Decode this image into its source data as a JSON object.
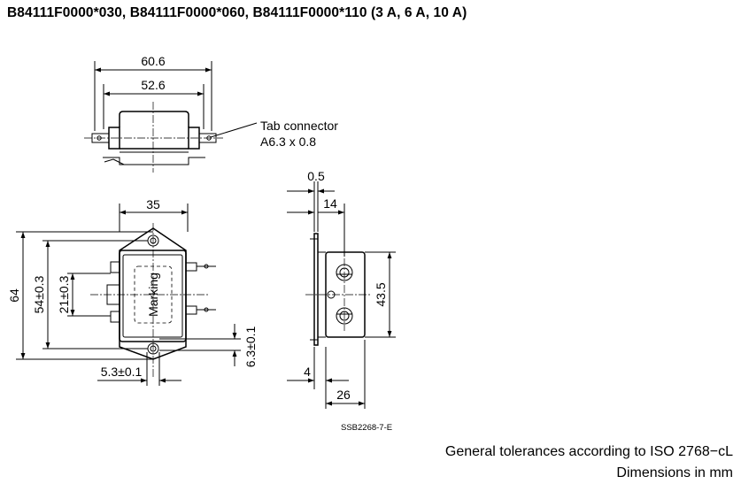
{
  "title": "B84111F0000*030, B84111F0000*060, B84111F0000*110 (3 A, 6 A, 10 A)",
  "top_view": {
    "dim_outer": "60.6",
    "dim_inner": "52.6",
    "callout_line1": "Tab connector",
    "callout_line2": "A6.3 x 0.8"
  },
  "front_view": {
    "dim_top": "35",
    "dim_height_total": "64",
    "dim_height_54": "54±0.3",
    "dim_height_21": "21±0.3",
    "label_marking": "Marking",
    "dim_hole": "6.3±0.1",
    "dim_offset": "5.3±0.1"
  },
  "side_view": {
    "dim_05": "0.5",
    "dim_14": "14",
    "dim_435": "43.5",
    "dim_4": "4",
    "dim_26": "26"
  },
  "drawing_id": "SSB2268-7-E",
  "notes": {
    "line1": "General tolerances according to ISO 2768−cL",
    "line2": "Dimensions in mm"
  }
}
